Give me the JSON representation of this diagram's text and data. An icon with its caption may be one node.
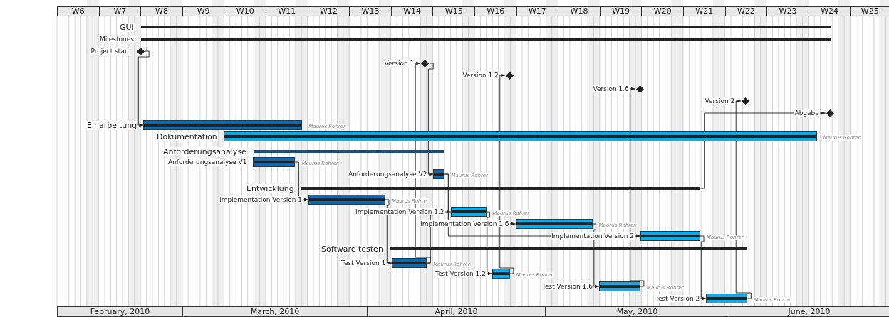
{
  "diagram": {
    "nodes": [
      {
        "text": [
          "GUI"
        ]
      },
      {
        "text": [
          "Milestones"
        ]
      },
      {
        "text": [
          "Project start"
        ]
      },
      {
        "text": [
          "Version 1"
        ]
      },
      {
        "text": [
          "Version 1.2"
        ]
      },
      {
        "text": [
          "Version 1.6"
        ]
      },
      {
        "text": [
          "Version 2"
        ]
      },
      {
        "text": [
          "Abgabe"
        ]
      },
      {
        "text": [
          "Einarbeitung"
        ],
        "beside": [
          "Maurus Rohrer"
        ]
      },
      {
        "text": [
          "Dokumentation"
        ],
        "beside": [
          "Maurus Rohrer"
        ]
      },
      {
        "text": [
          "Anforderungsanalyse"
        ]
      },
      {
        "text": [
          "Anforderungsanalyse V1"
        ],
        "beside": [
          "Maurus Rohrer"
        ]
      },
      {
        "text": [
          "Anforderungsanalyse V2"
        ],
        "beside": [
          "Maurus Rohrer"
        ]
      },
      {
        "text": [
          "Entwicklung"
        ]
      },
      {
        "text": [
          "Implementation Version 1"
        ],
        "beside": [
          "Maurus Rohrer"
        ]
      },
      {
        "text": [
          "Implementation Version 1.2"
        ],
        "beside": [
          "Maurus Rohrer"
        ]
      },
      {
        "text": [
          "Implementation Version 1.6"
        ],
        "beside": [
          "Maurus Rohrer"
        ]
      },
      {
        "text": [
          "Implementation Version 2"
        ],
        "beside": [
          "Maurus Rohrer"
        ]
      },
      {
        "text": [
          "Software testen"
        ]
      },
      {
        "text": [
          "Test Version 1"
        ],
        "beside": [
          "Maurus Rohrer"
        ]
      },
      {
        "text": [
          "Test Version 1.2"
        ],
        "beside": [
          "Maurus Rohrer"
        ]
      },
      {
        "text": [
          "Test Version 1.6"
        ],
        "beside": [
          "Maurus Rohrer"
        ]
      },
      {
        "text": [
          "Test Version 2"
        ],
        "beside": [
          "Maurus Rohrer"
        ]
      }
    ],
    "edges": [
      {
        "from": 2,
        "to": 8,
        "arrow": "to"
      },
      {
        "from": 11,
        "to": 14,
        "arrow": "to"
      },
      {
        "from": 14,
        "to": 19,
        "arrow": "to"
      },
      {
        "from": 19,
        "to": 3,
        "arrow": "to"
      },
      {
        "from": 19,
        "to": 15,
        "arrow": "to"
      },
      {
        "from": 3,
        "to": 12,
        "arrow": "to"
      },
      {
        "from": 12,
        "to": 16,
        "arrow": "to"
      },
      {
        "from": 12,
        "to": 17,
        "arrow": "to"
      },
      {
        "from": 15,
        "to": 20,
        "arrow": "to"
      },
      {
        "from": 20,
        "to": 4,
        "arrow": "to"
      },
      {
        "from": 16,
        "to": 21,
        "arrow": "to"
      },
      {
        "from": 21,
        "to": 5,
        "arrow": "to"
      },
      {
        "from": 17,
        "to": 22,
        "arrow": "to"
      },
      {
        "from": 22,
        "to": 6,
        "arrow": "to"
      },
      {
        "from": 13,
        "to": 7,
        "arrow": "to"
      }
    ],
    "labels": [
      "W6",
      "W7",
      "W8",
      "W9",
      "W10",
      "W11",
      "W12",
      "W13",
      "W14",
      "W15",
      "W16",
      "W17",
      "W18",
      "W19",
      "W20",
      "W21",
      "W22",
      "W23",
      "W24",
      "W25",
      "February, 2010",
      "March, 2010",
      "April, 2010",
      "May, 2010",
      "June, 2010"
    ]
  }
}
